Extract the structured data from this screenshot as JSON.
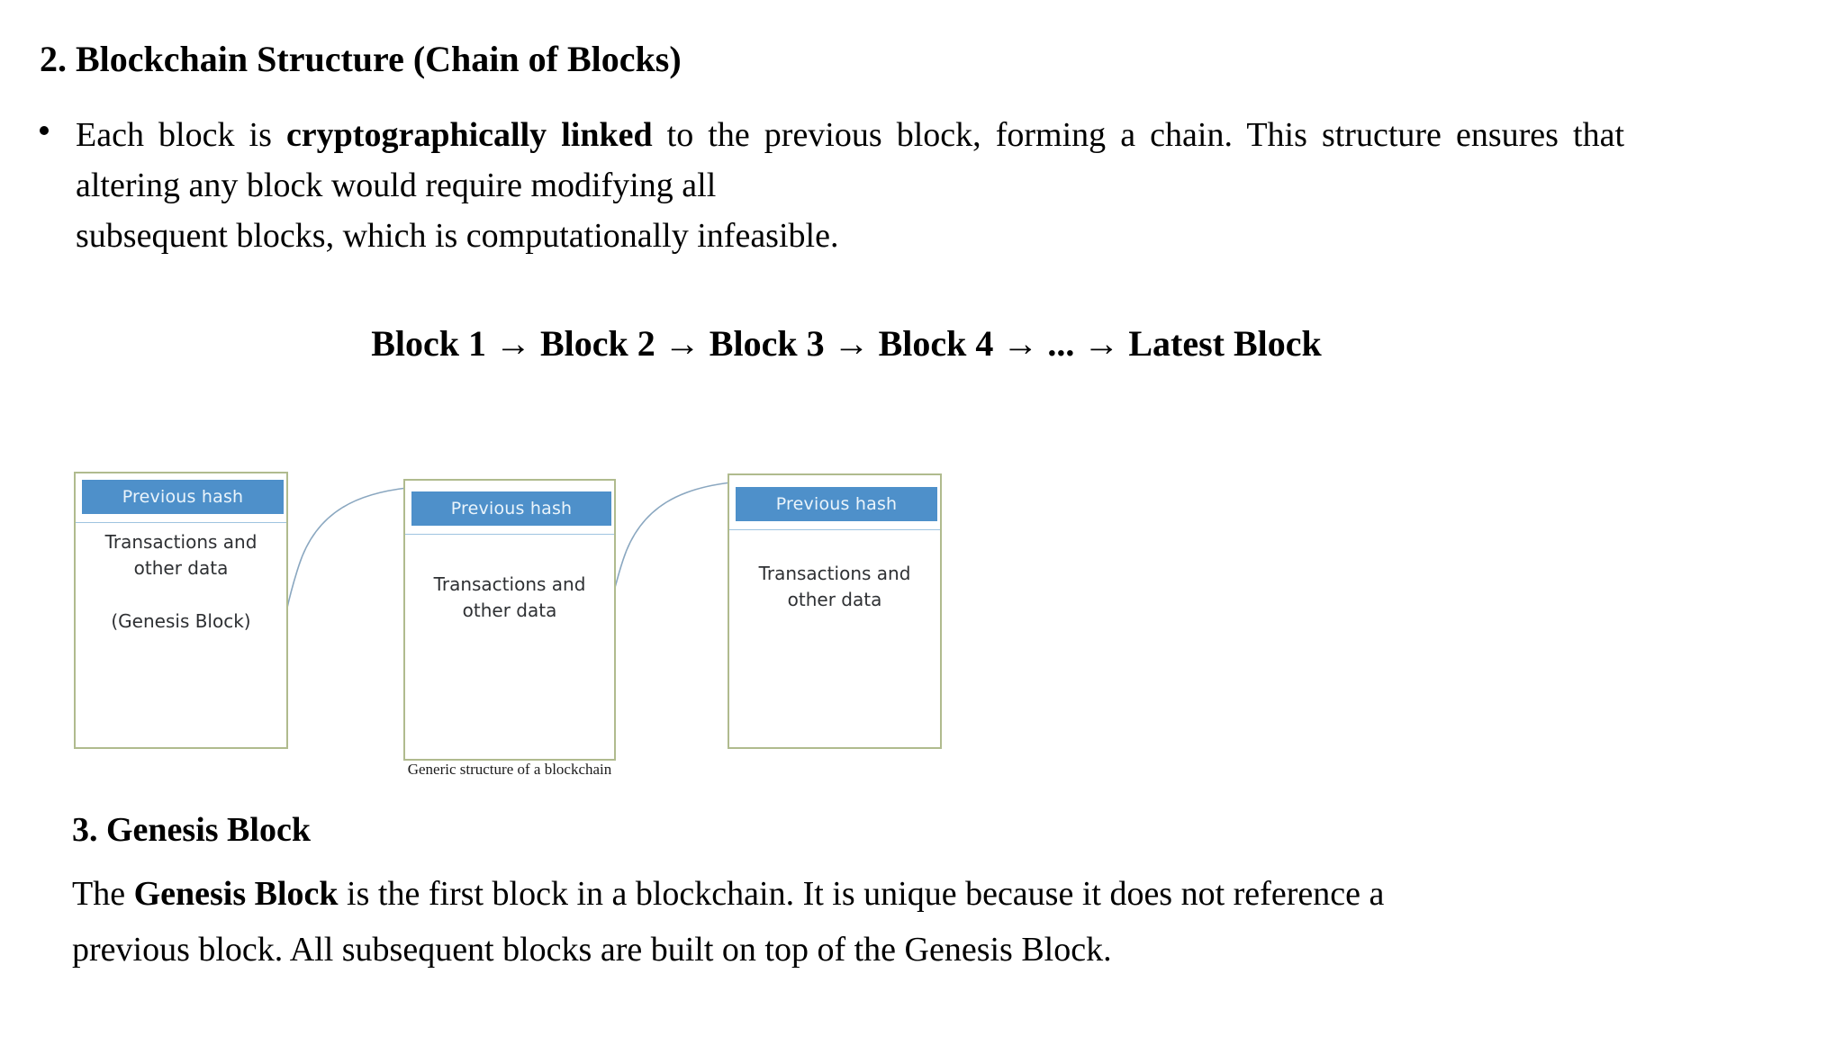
{
  "section2": {
    "heading": "2. Blockchain Structure (Chain of Blocks)",
    "bullet": {
      "marker": "bullet-dot",
      "line1_pre": "Each block is ",
      "line1_bold": "cryptographically linked",
      "line1_post": " to the previous block, forming a chain. This structure ensures that altering any block would require modifying all ",
      "line_last": "subsequent blocks, which is computationally infeasible."
    },
    "chain_formula": "Block 1 → Block 2 → Block 3 → Block 4 → ... → Latest Block"
  },
  "diagram": {
    "caption": "Generic structure of a blockchain",
    "header_label": "Previous hash",
    "body_label_line1": "Transactions and",
    "body_label_line2": "other data",
    "genesis_label": "(Genesis Block)",
    "colors": {
      "header_fill": "#4e90ca",
      "header_text": "#eaf4fb",
      "block_border": "#b0bb8e",
      "body_text": "#2e3033",
      "arrow": "#8aa7c0",
      "arrowhead": "#3f7fc0"
    },
    "blocks": [
      {
        "name": "block-1-genesis",
        "label": "Previous hash",
        "has_genesis": true
      },
      {
        "name": "block-2",
        "label": "Previous hash",
        "has_genesis": false
      },
      {
        "name": "block-3",
        "label": "Previous hash",
        "has_genesis": false
      }
    ]
  },
  "section3": {
    "heading": "3. Genesis Block",
    "para_pre": "The ",
    "para_bold": "Genesis Block",
    "para_post": " is the first block in a blockchain. It is unique because it does not reference a previous block. All subsequent blocks are built on top of the Genesis Block."
  }
}
